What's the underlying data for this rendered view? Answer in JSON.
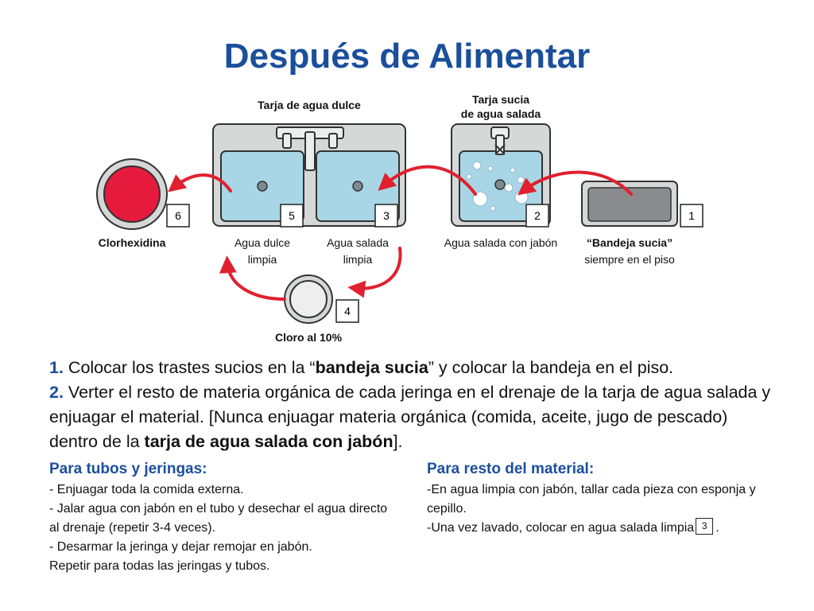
{
  "title": "Después de Alimentar",
  "colors": {
    "brand": "#1b4f9c",
    "arrow": "#e0202e",
    "water": "#a8d6e6",
    "sink": "#d6d8d8",
    "tray": "#8a8b8d",
    "chlorhexidine": "#e61a3c"
  },
  "stations": {
    "sweet_sink_title": "Tarja de agua dulce",
    "salt_sink_title_line1": "Tarja sucia",
    "salt_sink_title_line2": "de agua salada",
    "clorhexidina": "Clorhexidina",
    "agua_dulce_line1": "Agua dulce",
    "agua_dulce_line2": "limpia",
    "agua_salada_line1": "Agua salada",
    "agua_salada_line2": "limpia",
    "agua_jabon": "Agua salada con jabón",
    "bandeja_bold": "“Bandeja sucia”",
    "bandeja_line2": "siempre en el piso",
    "cloro": "Cloro al 10%"
  },
  "numbers": {
    "n1": "1",
    "n2": "2",
    "n3": "3",
    "n4": "4",
    "n5": "5",
    "n6": "6"
  },
  "steps": {
    "s1_num": "1.",
    "s1_a": " Colocar los trastes sucios en la “",
    "s1_bold": "bandeja sucia",
    "s1_b": "” y colocar la bandeja en el piso.",
    "s2_num": "2.",
    "s2_a": " Verter el resto de materia orgánica de cada jeringa en el drenaje de la tarja de agua salada y enjuagar el material. [Nunca enjuagar materia orgánica (comida, aceite, jugo de pescado) dentro de la ",
    "s2_bold": "tarja de agua salada con jabón",
    "s2_b": "]."
  },
  "left_col": {
    "heading": "Para tubos y jeringas:",
    "lines": [
      "- Enjuagar toda la comida externa.",
      "- Jalar agua con jabón en el tubo y desechar el agua directo al drenaje (repetir 3-4 veces).",
      "- Desarmar la jeringa y dejar remojar en jabón.",
      "Repetir para todas las jeringas y tubos."
    ]
  },
  "right_col": {
    "heading": "Para resto del material:",
    "line1": "-En agua limpia con jabón, tallar cada pieza con esponja y cepillo.",
    "line2_a": "-Una vez lavado, colocar en agua salada limpia",
    "line2_box": "3",
    "line2_b": "."
  }
}
